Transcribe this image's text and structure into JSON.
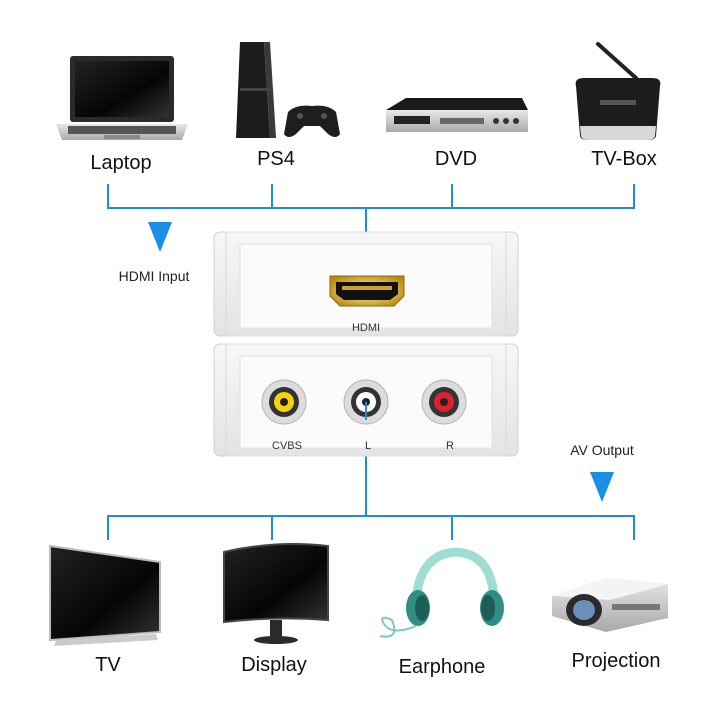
{
  "inputs": [
    {
      "label": "Laptop",
      "icon": "laptop-icon"
    },
    {
      "label": "PS4",
      "icon": "game-console-icon"
    },
    {
      "label": "DVD",
      "icon": "dvd-player-icon"
    },
    {
      "label": "TV-Box",
      "icon": "tv-box-icon"
    }
  ],
  "outputs": [
    {
      "label": "TV",
      "icon": "tv-icon"
    },
    {
      "label": "Display",
      "icon": "monitor-icon"
    },
    {
      "label": "Earphone",
      "icon": "headphones-icon"
    },
    {
      "label": "Projection",
      "icon": "projector-icon"
    }
  ],
  "hdmi_input_label": "HDMI Input",
  "av_output_label": "AV Output",
  "device": {
    "hdmi_port_label": "HDMI",
    "ports": [
      {
        "label": "CVBS",
        "color": "#f5d20a"
      },
      {
        "label": "L",
        "color": "#ffffff"
      },
      {
        "label": "R",
        "color": "#e0202a"
      }
    ]
  },
  "colors": {
    "line": "#1f8ee0",
    "arrow": "#1a8fe6",
    "device_body": "#f2f2f2"
  }
}
